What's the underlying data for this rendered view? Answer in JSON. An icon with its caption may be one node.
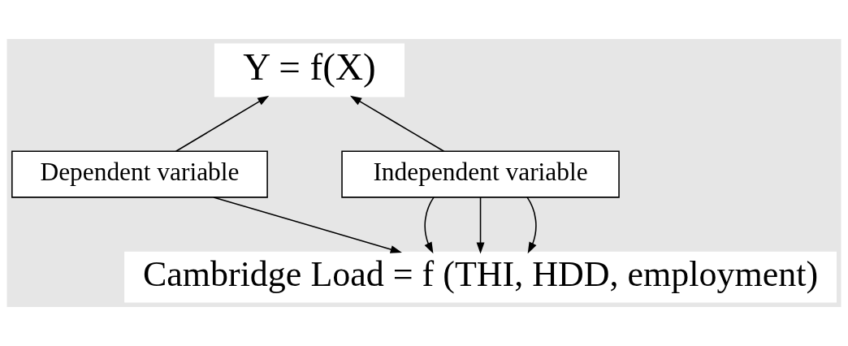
{
  "diagram": {
    "nodes": [
      {
        "text": [
          "Y = f(X)"
        ]
      },
      {
        "text": [
          "Dependent variable"
        ]
      },
      {
        "text": [
          "Independent variable"
        ]
      },
      {
        "text": [
          "Cambridge Load = f (THI, HDD, employment)"
        ]
      }
    ],
    "edges": [
      {
        "from": 1,
        "to": 0,
        "arrow": "to"
      },
      {
        "from": 2,
        "to": 0,
        "arrow": "to"
      },
      {
        "from": 1,
        "to": 3,
        "arrow": "to"
      },
      {
        "from": 2,
        "to": 3,
        "arrow": "to"
      },
      {
        "from": 2,
        "to": 3,
        "arrow": "to"
      },
      {
        "from": 2,
        "to": 3,
        "arrow": "to"
      }
    ]
  }
}
